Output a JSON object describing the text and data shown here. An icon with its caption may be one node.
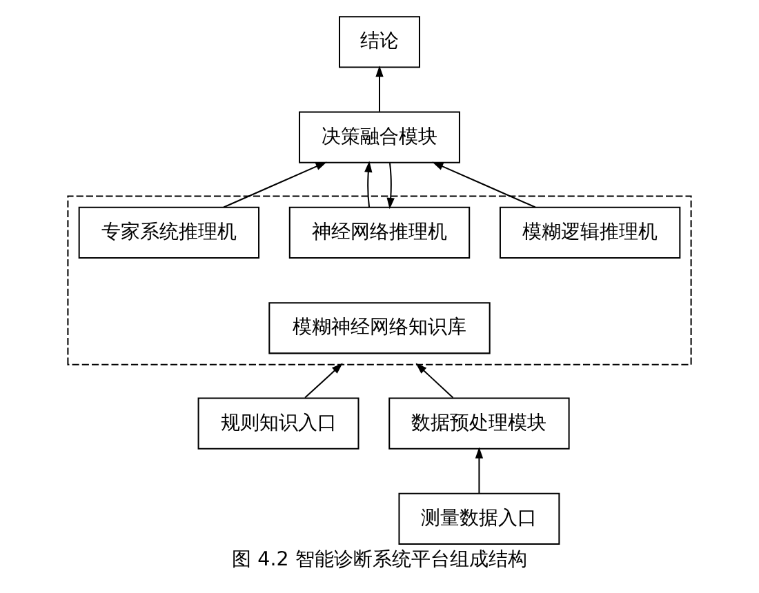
{
  "diagram": {
    "caption": "图 4.2 智能诊断系统平台组成结构",
    "nodes": [
      {
        "text": [
          "结论"
        ]
      },
      {
        "text": [
          "决策融合模块"
        ]
      },
      {
        "text": [],
        "shape": "box"
      },
      {
        "text": [
          "专家系统推理机"
        ],
        "in": 2
      },
      {
        "text": [
          "神经网络推理机"
        ],
        "in": 2
      },
      {
        "text": [
          "模糊逻辑推理机"
        ],
        "in": 2
      },
      {
        "text": [
          "模糊神经网络知识库"
        ],
        "in": 2
      },
      {
        "text": [
          "规则知识入口"
        ]
      },
      {
        "text": [
          "数据预处理模块"
        ]
      },
      {
        "text": [
          "测量数据入口"
        ]
      }
    ],
    "edges": [
      {
        "from": 1,
        "to": 0,
        "arrow": "to"
      },
      {
        "from": 3,
        "to": 1,
        "arrow": "to"
      },
      {
        "from": 4,
        "to": 1,
        "arrow": "to"
      },
      {
        "from": 5,
        "to": 1,
        "arrow": "to"
      },
      {
        "from": 7,
        "to": 2,
        "arrow": "to"
      },
      {
        "from": 8,
        "to": 2,
        "arrow": "to"
      },
      {
        "from": 9,
        "to": 8,
        "arrow": "to"
      },
      {
        "from": 1,
        "to": 4,
        "arrow": "to"
      }
    ]
  }
}
